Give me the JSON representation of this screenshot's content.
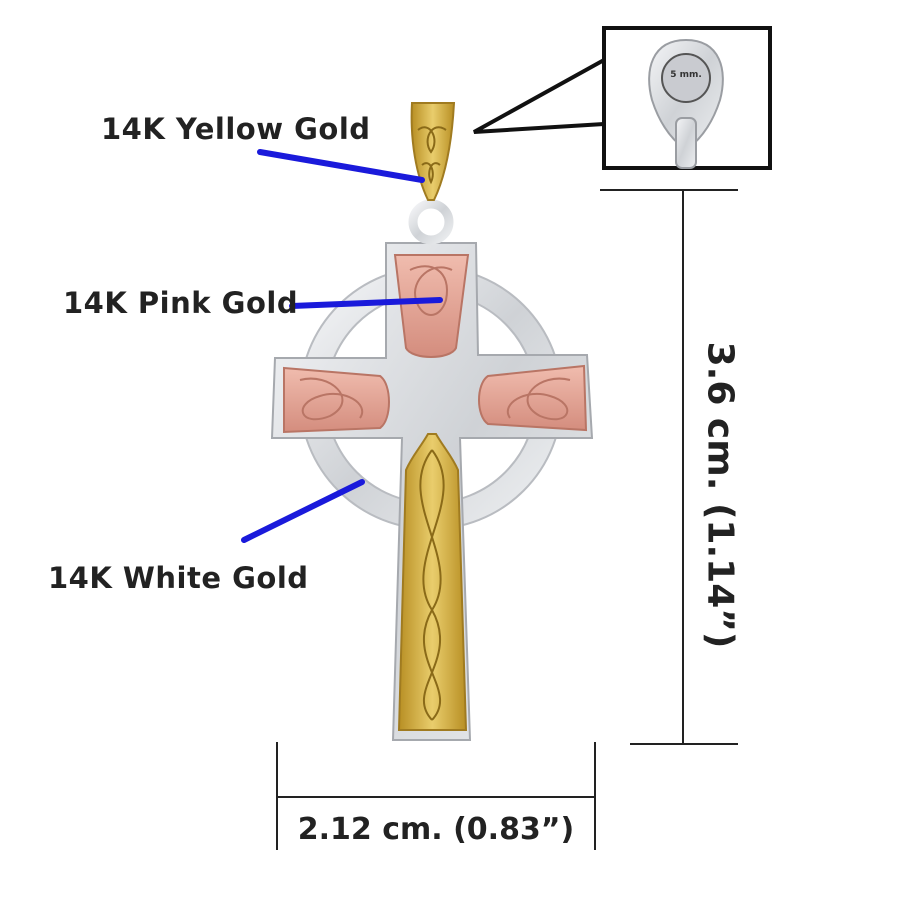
{
  "labels": {
    "yellow_gold": "14K Yellow Gold",
    "pink_gold": "14K Pink Gold",
    "white_gold": "14K White Gold"
  },
  "dimensions": {
    "width": "2.12 cm. (0.83”)",
    "height": "3.6 cm. (1.14”)"
  },
  "inset": {
    "bail_opening": "5 mm."
  },
  "colors": {
    "yellow_gold": "#d9b64a",
    "pink_gold": "#e6a89a",
    "white_gold": "#d9dbde",
    "pointer": "#1a1adb"
  }
}
